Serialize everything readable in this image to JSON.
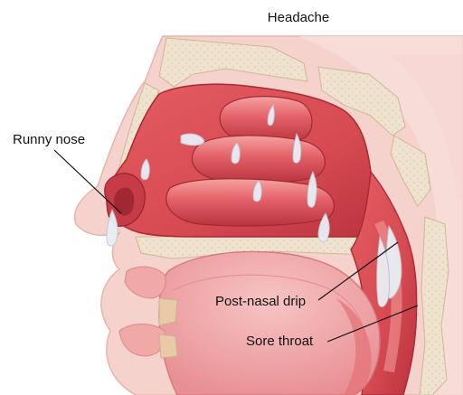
{
  "labels": {
    "headache": "Headache",
    "runny_nose": "Runny nose",
    "post_nasal_drip": "Post-nasal drip",
    "sore_throat": "Sore throat"
  },
  "colors": {
    "skin": "#f6d2cc",
    "skin_edge": "#e8b3aa",
    "bone": "#efe3cf",
    "bone_dots": "#d9c8aa",
    "mucosa": "#e25a5f",
    "mucosa_dark": "#b8323c",
    "mucosa_light": "#f19a98",
    "mucus": "#e9eef4",
    "mucus_edge": "#b9c6d6",
    "tongue": "#f0aeb0",
    "leader": "#111111"
  }
}
